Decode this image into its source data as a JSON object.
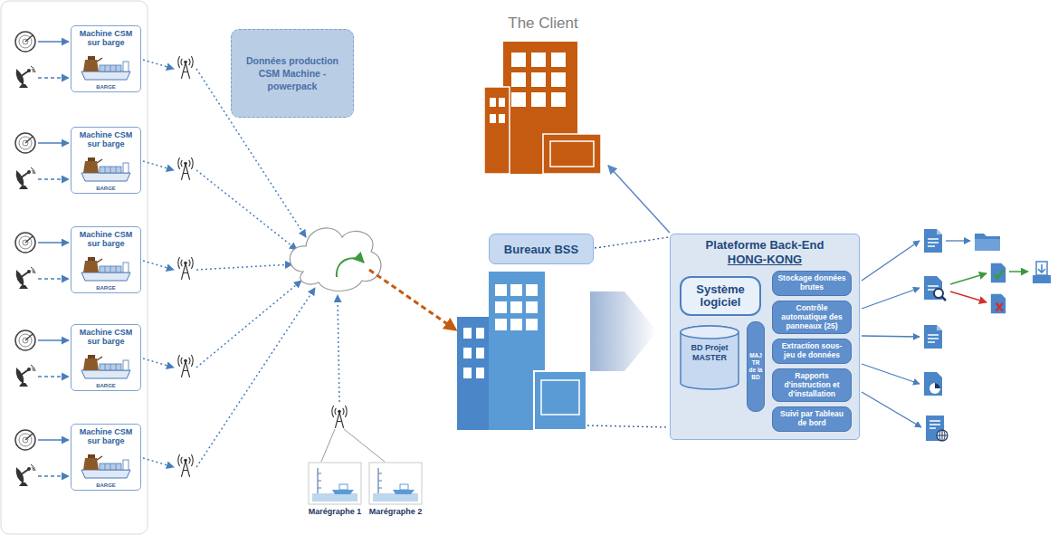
{
  "diagram": {
    "nodes": [
      {
        "text": [
          "Machine CSM sur barge",
          "BARGE"
        ]
      },
      {
        "text": [
          "Machine CSM sur barge",
          "BARGE"
        ]
      },
      {
        "text": [
          "Machine CSM sur barge",
          "BARGE"
        ]
      },
      {
        "text": [
          "Machine CSM sur barge",
          "BARGE"
        ]
      },
      {
        "text": [
          "Machine CSM sur barge",
          "BARGE"
        ]
      },
      {
        "text": [
          "Données production CSM Machine - powerpack"
        ]
      },
      {
        "text": [
          "The Client"
        ]
      },
      {
        "text": [
          "Bureaux BSS"
        ]
      },
      {
        "text": [
          "Plateforme Back-End",
          "HONG-KONG"
        ]
      },
      {
        "text": [
          "Système logiciel"
        ],
        "in": 8
      },
      {
        "text": [
          "BD Projet MASTER"
        ],
        "in": 8
      },
      {
        "text": [
          "MAJ TR de la BD"
        ],
        "in": 8
      },
      {
        "text": [
          "Stockage données brutes"
        ],
        "in": 8
      },
      {
        "text": [
          "Contrôle automatique des panneaux (25)"
        ],
        "in": 8
      },
      {
        "text": [
          "Extraction sous-jeu de données"
        ],
        "in": 8
      },
      {
        "text": [
          "Rapports d'instruction et d'installation"
        ],
        "in": 8
      },
      {
        "text": [
          "Suivi par Tableau de bord"
        ],
        "in": 8
      },
      {
        "text": [
          "Marégraphe 1"
        ]
      },
      {
        "text": [
          "Marégraphe 2"
        ]
      }
    ],
    "edges": [
      {
        "from": 8,
        "to": 6,
        "arrow": "to"
      }
    ]
  }
}
